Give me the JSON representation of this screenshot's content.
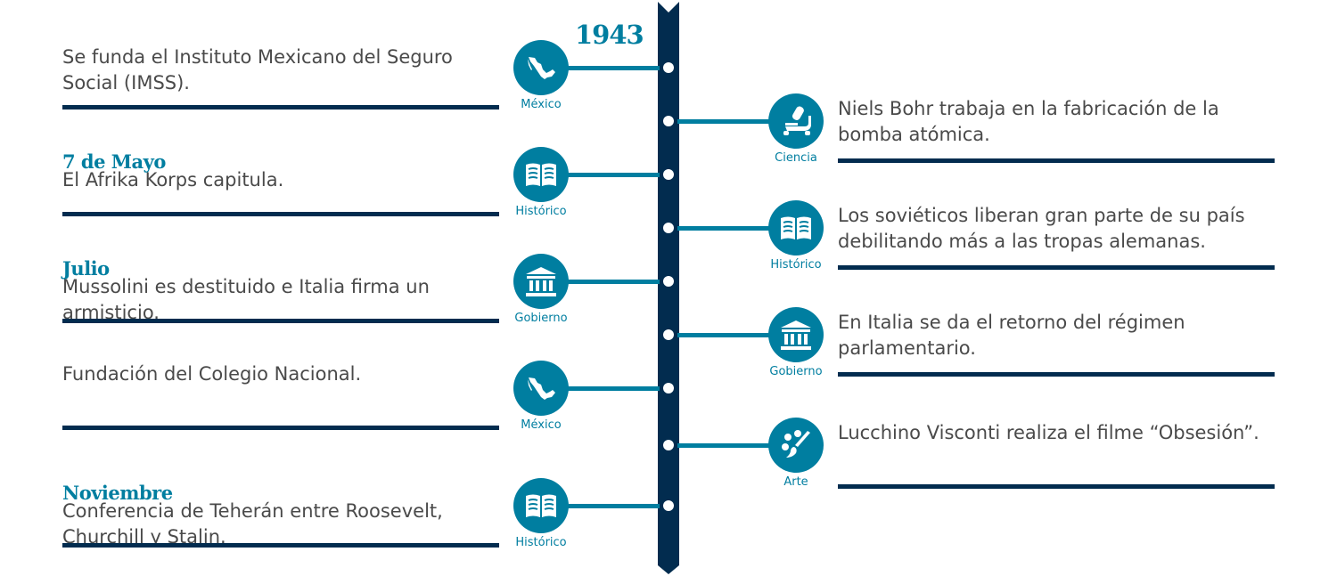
{
  "year": "1943",
  "colors": {
    "accent": "#007ea0",
    "spine": "#022c4f",
    "text": "#4a4a4a"
  },
  "left": [
    {
      "heading": "",
      "text": "Se funda el Instituto Mexicano del Seguro Social (IMSS).",
      "category": "México",
      "icon": "mexico-map-icon"
    },
    {
      "heading": "7 de Mayo",
      "text": "El Afrika Korps capitula.",
      "category": "Histórico",
      "icon": "book-icon"
    },
    {
      "heading": "Julio",
      "text": "Mussolini es destituido e Italia firma un armisticio.",
      "category": "Gobierno",
      "icon": "government-building-icon"
    },
    {
      "heading": "",
      "text": "Fundación del Colegio Nacional.",
      "category": "México",
      "icon": "mexico-map-icon"
    },
    {
      "heading": "Noviembre",
      "text": "Conferencia de Teherán entre Roosevelt, Churchill y Stalin.",
      "category": "Histórico",
      "icon": "book-icon"
    }
  ],
  "right": [
    {
      "text": "Niels Bohr trabaja en la fabricación de la bomba atómica.",
      "category": "Ciencia",
      "icon": "microscope-icon"
    },
    {
      "text": "Los soviéticos liberan gran parte de su país debilitando más a las tropas alemanas.",
      "category": "Histórico",
      "icon": "book-icon"
    },
    {
      "text": "En Italia se da el retorno del régimen parlamentario.",
      "category": "Gobierno",
      "icon": "government-building-icon"
    },
    {
      "text": "Lucchino Visconti realiza el filme “Obsesión”.",
      "category": "Arte",
      "icon": "palette-icon"
    }
  ]
}
